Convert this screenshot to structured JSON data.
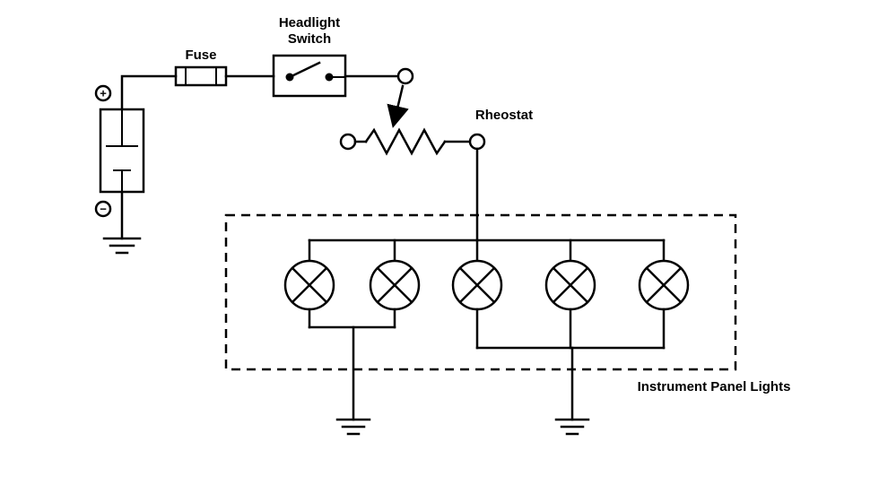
{
  "diagram_type": "circuit-schematic",
  "colors": {
    "line": "#000000",
    "background": "#ffffff"
  },
  "labels": {
    "fuse": "Fuse",
    "headlight_switch_line1": "Headlight",
    "headlight_switch_line2": "Switch",
    "rheostat": "Rheostat",
    "instrument_panel": "Instrument Panel Lights"
  },
  "battery": {
    "positive_symbol": "+",
    "negative_symbol": "−"
  },
  "components": [
    {
      "name": "battery",
      "type": "battery-cell",
      "label": ""
    },
    {
      "name": "fuse",
      "type": "fuse",
      "label": "Fuse"
    },
    {
      "name": "headlight-switch",
      "type": "switch-open",
      "label": "Headlight Switch"
    },
    {
      "name": "rheostat",
      "type": "variable-resistor",
      "label": "Rheostat"
    },
    {
      "name": "instrument-panel-lights",
      "type": "lamp-group",
      "label": "Instrument Panel Lights",
      "lamp_count": 5
    },
    {
      "name": "grounds",
      "type": "earth-ground",
      "count": 3
    }
  ]
}
